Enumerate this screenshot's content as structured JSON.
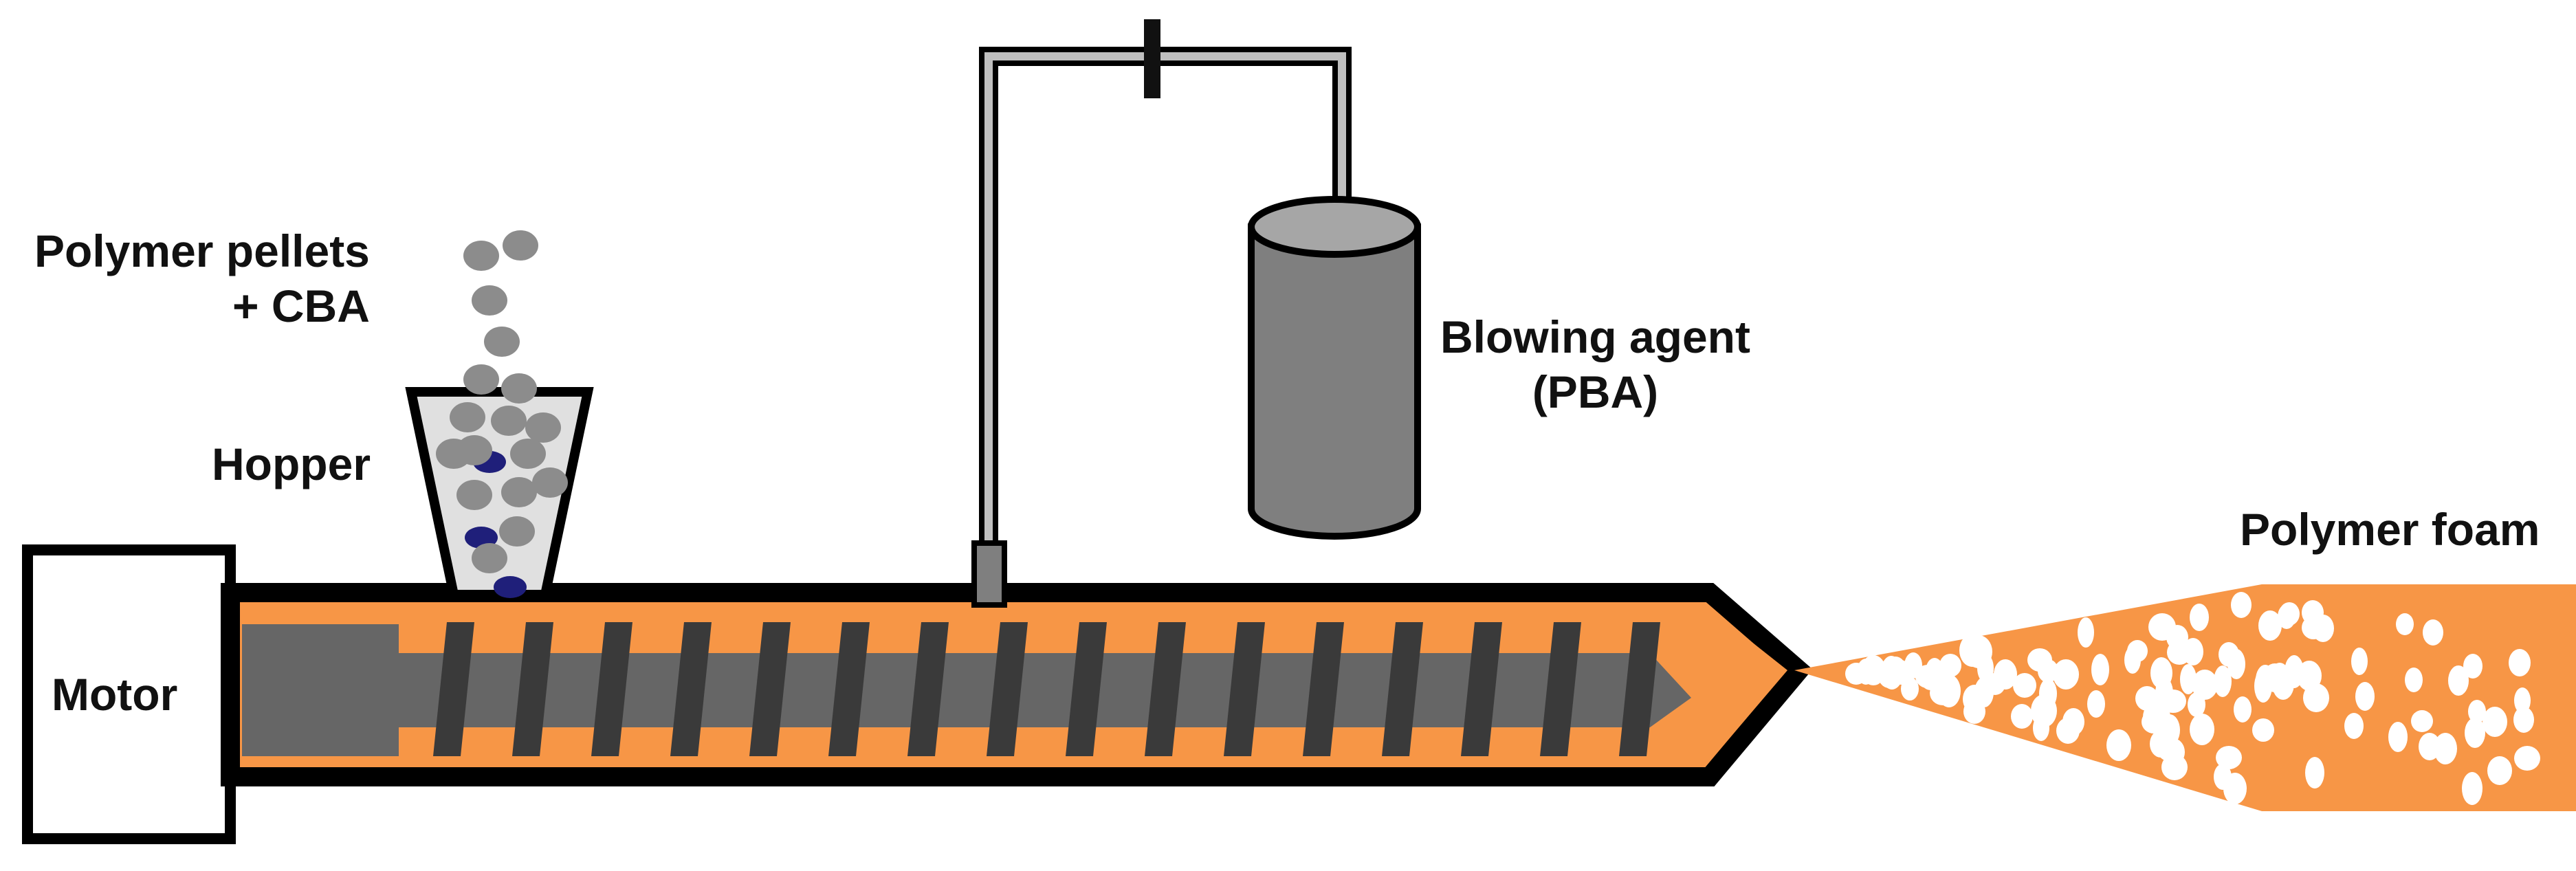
{
  "labels": {
    "motor": "Motor",
    "hopper": "Hopper",
    "pellets_line1": "Polymer pellets",
    "pellets_line2": "+ CBA",
    "blowing_line1": "Blowing agent",
    "blowing_line2": "(PBA)",
    "foam": "Polymer foam"
  },
  "colors": {
    "melt": "#F79646",
    "outline": "#000000",
    "screw_shaft": "#666666",
    "screw_flight": "#3A3A3A",
    "tank_body": "#7F7F7F",
    "tank_top": "#A6A6A6",
    "pellet": "#8C8C8C",
    "cba_particle": "#1F1F7A",
    "hopper_fill": "#E0E0E0",
    "bubble": "#FFFFFF"
  },
  "icons": {
    "valve": "valve-icon",
    "screw": "screw-icon"
  }
}
